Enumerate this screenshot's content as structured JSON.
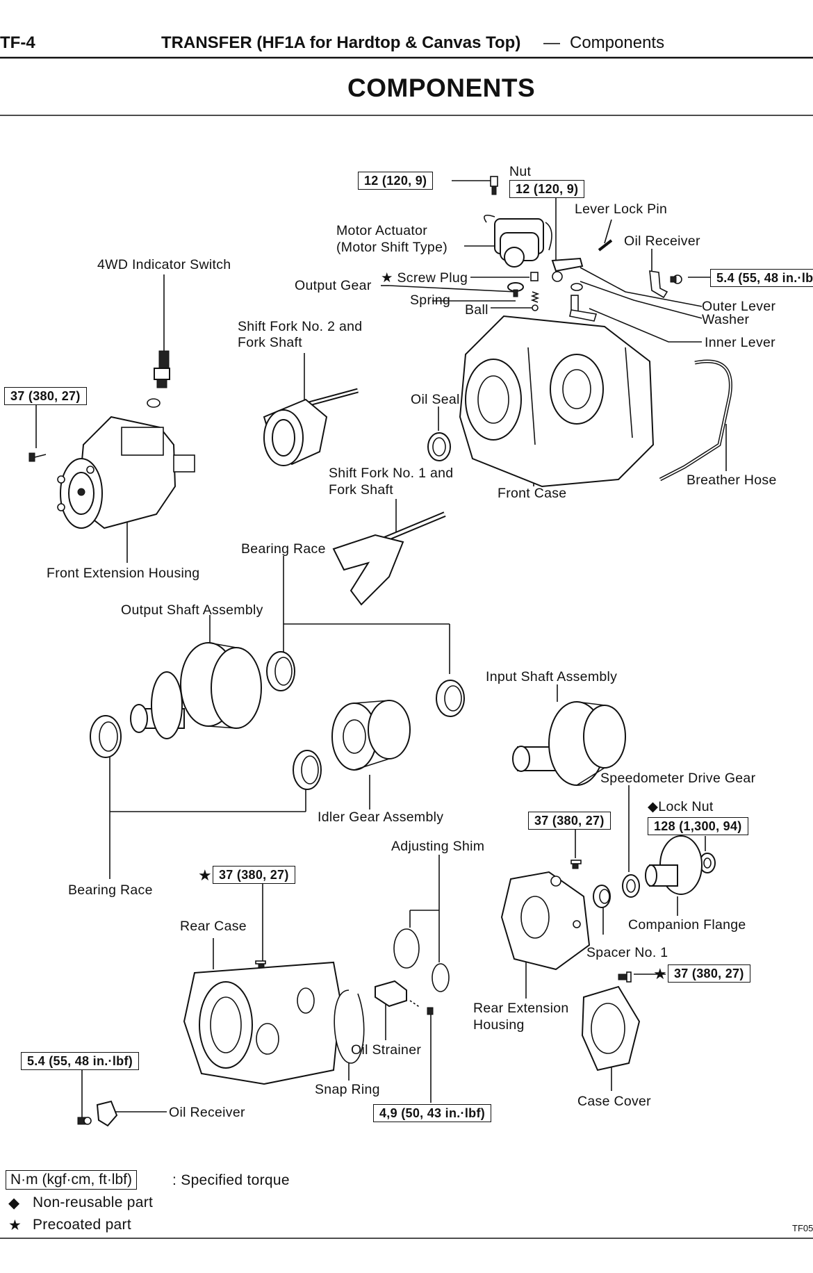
{
  "header": {
    "page_number": "TF-4",
    "section": "TRANSFER (HF1A for Hardtop & Canvas Top)",
    "dash": "—",
    "subsection": "Components",
    "page_title": "COMPONENTS"
  },
  "labels": {
    "nut": "Nut",
    "lever_lock_pin": "Lever Lock Pin",
    "motor_actuator_1": "Motor Actuator",
    "motor_actuator_2": "(Motor Shift Type)",
    "oil_receiver_top": "Oil Receiver",
    "indicator_switch": "4WD Indicator Switch",
    "output_gear": "Output Gear",
    "screw_plug": "★ Screw Plug",
    "spring": "Spring",
    "ball": "Ball",
    "outer_lever": "Outer Lever",
    "washer": "Washer",
    "inner_lever": "Inner Lever",
    "shift_fork_2_a": "Shift Fork No. 2 and",
    "shift_fork_2_b": "Fork Shaft",
    "oil_seal": "Oil Seal",
    "breather_hose": "Breather Hose",
    "front_case": "Front Case",
    "shift_fork_1_a": "Shift Fork No. 1 and",
    "shift_fork_1_b": "Fork Shaft",
    "front_extension_housing": "Front Extension Housing",
    "bearing_race_top": "Bearing Race",
    "output_shaft_assembly": "Output Shaft Assembly",
    "input_shaft_assembly": "Input Shaft Assembly",
    "speedometer_drive_gear": "Speedometer Drive Gear",
    "lock_nut": "◆Lock Nut",
    "idler_gear_assembly": "Idler Gear Assembly",
    "adjusting_shim": "Adjusting Shim",
    "bearing_race_bottom": "Bearing Race",
    "companion_flange": "Companion Flange",
    "rear_case": "Rear Case",
    "spacer_no_1": "Spacer No. 1",
    "rear_extension_housing_1": "Rear Extension",
    "rear_extension_housing_2": "Housing",
    "oil_strainer": "Oil Strainer",
    "snap_ring": "Snap Ring",
    "oil_receiver_bottom": "Oil Receiver",
    "case_cover": "Case Cover",
    "precoat_star": "★"
  },
  "torques": {
    "actuator_bolt": "12 (120, 9)",
    "nut": "12 (120, 9)",
    "oil_receiver_bolt_top": "5.4 (55, 48 in.·lb",
    "front_ext_bolt": "37 (380, 27)",
    "rear_ext_bolt": "37 (380, 27)",
    "lock_nut": "128 (1,300, 94)",
    "rear_case_bolt": "37 (380, 27)",
    "case_cover_bolt": "37 (380, 27)",
    "oil_receiver_bolt_bottom": "5.4 (55, 48 in.·lbf)",
    "strainer_bolt": "4,9 (50, 43 in.·lbf)"
  },
  "legend": {
    "torque_unit": "N·m (kgf·cm, ft·lbf)",
    "torque_desc": ":  Specified torque",
    "nonreusable_symbol": "◆",
    "nonreusable": "Non-reusable part",
    "precoated_symbol": "★",
    "precoated": "Precoated part"
  },
  "figure_code": "TF05"
}
